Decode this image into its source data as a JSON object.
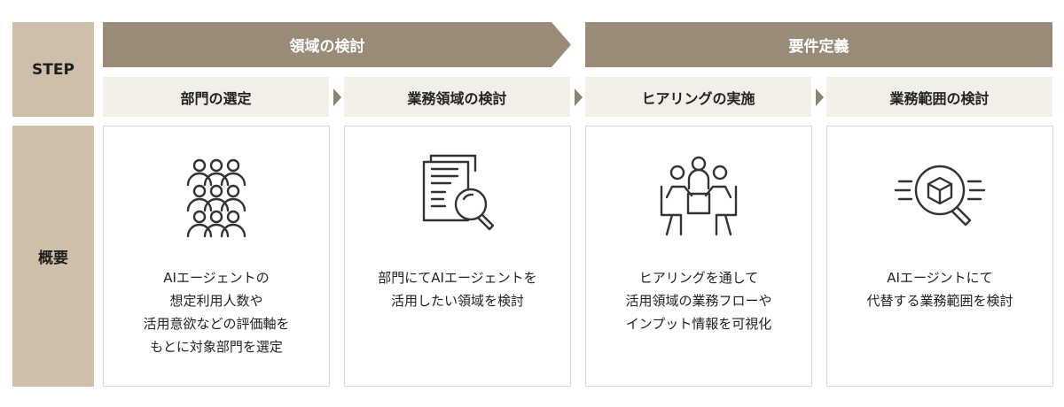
{
  "colors": {
    "phase": "#9a8b79",
    "side": "#cdbfa9",
    "sub": "#f2eee8",
    "sub_arrow": "#8f8170",
    "icon": "#333333"
  },
  "side_labels": {
    "step": "STEP",
    "overview": "概要"
  },
  "phases": [
    {
      "label": "領域の検討"
    },
    {
      "label": "要件定義"
    }
  ],
  "steps": [
    {
      "label": "部門の選定",
      "icon": "people-grid-icon",
      "description": [
        "AIエージェントの",
        "想定利用人数や",
        "活用意欲などの評価軸を",
        "もとに対象部門を選定"
      ]
    },
    {
      "label": "業務領域の検討",
      "icon": "document-search-icon",
      "description": [
        "部門にてAIエージェントを",
        "活用したい領域を検討"
      ]
    },
    {
      "label": "ヒアリングの実施",
      "icon": "meeting-icon",
      "description": [
        "ヒアリングを通して",
        "活用領域の業務フローや",
        "インプット情報を可視化"
      ]
    },
    {
      "label": "業務範囲の検討",
      "icon": "box-search-icon",
      "description": [
        "AIエージントにて",
        "代替する業務範囲を検討"
      ]
    }
  ]
}
